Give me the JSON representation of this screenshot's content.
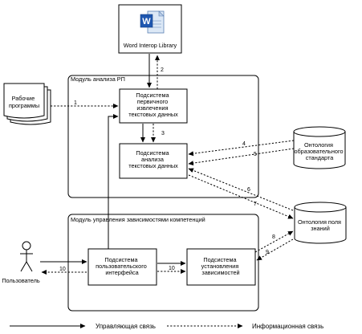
{
  "modules": {
    "analysis": "Модуль анализа РП",
    "management": "Модуль управления зависимостями компетенций"
  },
  "nodes": {
    "word": {
      "label": "Word Interop Library",
      "icon": "word-icon",
      "icon_letter": "W"
    },
    "programs": {
      "lines": [
        "Рабочие",
        "программы"
      ]
    },
    "extract": {
      "lines": [
        "Подсистема",
        "первичного",
        "извлечения",
        "текстовых данных"
      ]
    },
    "analysis": {
      "lines": [
        "Подсистема",
        "анализа",
        "текстовых данных"
      ]
    },
    "ontology_std": {
      "lines": [
        "Онтология",
        "образовательного",
        "стандарта"
      ]
    },
    "ontology_field": {
      "lines": [
        "Онтология поля",
        "знаний"
      ]
    },
    "ui": {
      "lines": [
        "Подсистема",
        "пользовательского",
        "интерфейса"
      ]
    },
    "deps": {
      "lines": [
        "Подсистема",
        "установления",
        "зависимостей"
      ]
    },
    "user": {
      "label": "Пользователь"
    }
  },
  "edges": [
    "1",
    "2",
    "3",
    "4",
    "5",
    "6",
    "7",
    "8",
    "9",
    "10",
    "10"
  ],
  "legend": {
    "control": "Управляющая связь",
    "info": "Информационная связь"
  }
}
